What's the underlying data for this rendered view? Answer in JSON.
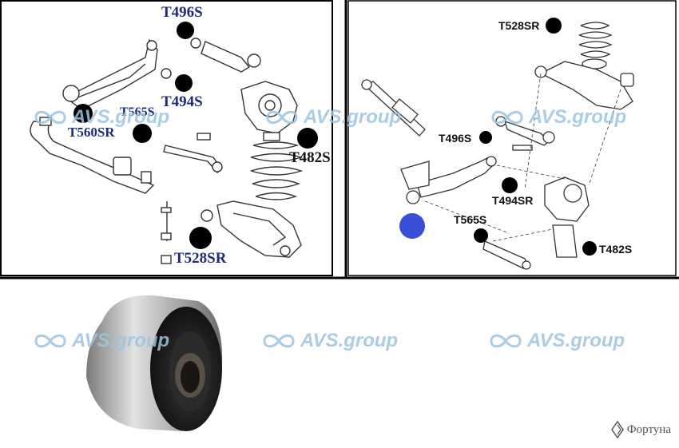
{
  "left_panel": {
    "labels": {
      "t496s": "T496S",
      "t494s": "T494S",
      "t565s": "T565S",
      "t560sr": "T560SR",
      "t482s": "T482S",
      "t528sr": "T528SR"
    }
  },
  "right_panel": {
    "labels": {
      "t528sr": "T528SR",
      "t496s": "T496S",
      "t494sr": "T494SR",
      "t565s": "T565S",
      "t482s": "T482S"
    },
    "highlight_color": "#3a4fd8"
  },
  "watermark": "AVS.group",
  "brand": "Фортуна",
  "icons": [
    "infinity-icon",
    "brand-logo-icon"
  ]
}
